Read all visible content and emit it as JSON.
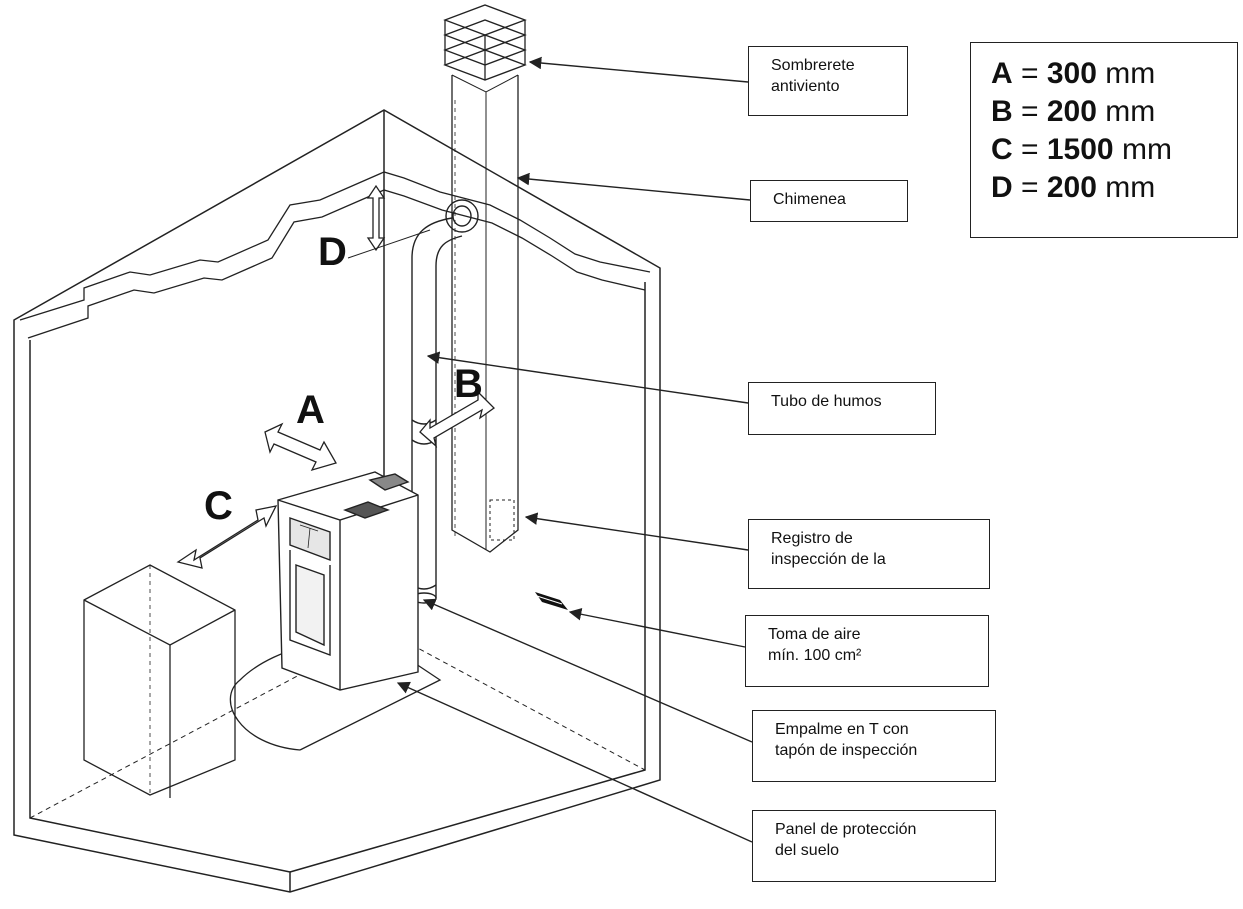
{
  "labels": {
    "sombrerete": [
      "Sombrerete",
      "antiviento"
    ],
    "chimenea": [
      "Chimenea"
    ],
    "tubo": [
      "Tubo de humos"
    ],
    "registro": [
      "Registro de",
      "inspección de la"
    ],
    "toma": [
      "Toma de aire",
      "mín. 100 cm²"
    ],
    "empalme": [
      "Empalme en T con",
      "tapón de inspección"
    ],
    "panel": [
      "Panel de protección",
      "del suelo"
    ]
  },
  "dimensions": [
    {
      "letter": "A",
      "eq": " = ",
      "value": "300",
      "unit": " mm"
    },
    {
      "letter": "B",
      "eq": " = ",
      "value": "200",
      "unit": " mm"
    },
    {
      "letter": "C",
      "eq": " = ",
      "value": "1500",
      "unit": " mm"
    },
    {
      "letter": "D",
      "eq": " = ",
      "value": "200",
      "unit": " mm"
    }
  ],
  "letters": {
    "a": "A",
    "b": "B",
    "c": "C",
    "d": "D"
  },
  "colors": {
    "line": "#222222",
    "background": "#ffffff"
  }
}
